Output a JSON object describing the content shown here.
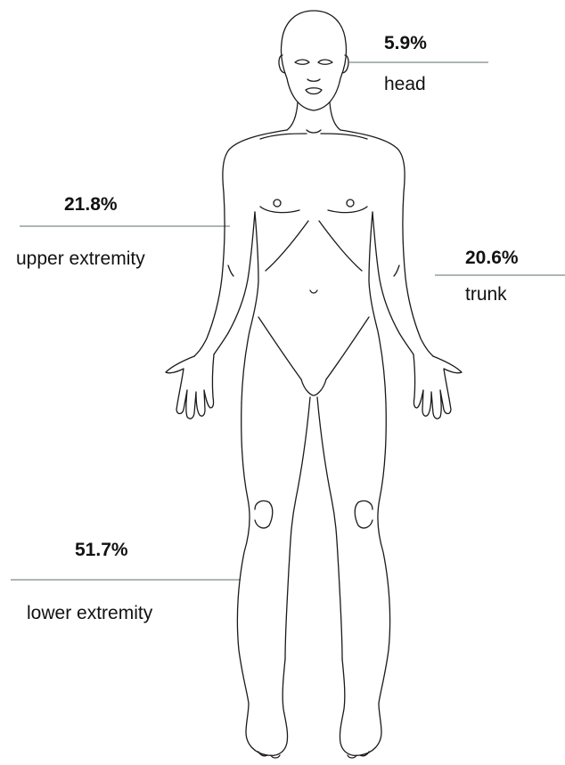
{
  "regions": [
    {
      "key": "head",
      "percent": "5.9%",
      "name": "head"
    },
    {
      "key": "upper",
      "percent": "21.8%",
      "name": "upper extremity"
    },
    {
      "key": "trunk",
      "percent": "20.6%",
      "name": "trunk"
    },
    {
      "key": "lower",
      "percent": "51.7%",
      "name": "lower extremity"
    }
  ],
  "colors": {
    "outline": "#1a1a1a",
    "leader_line": "#7d8a8a",
    "text": "#111111"
  }
}
